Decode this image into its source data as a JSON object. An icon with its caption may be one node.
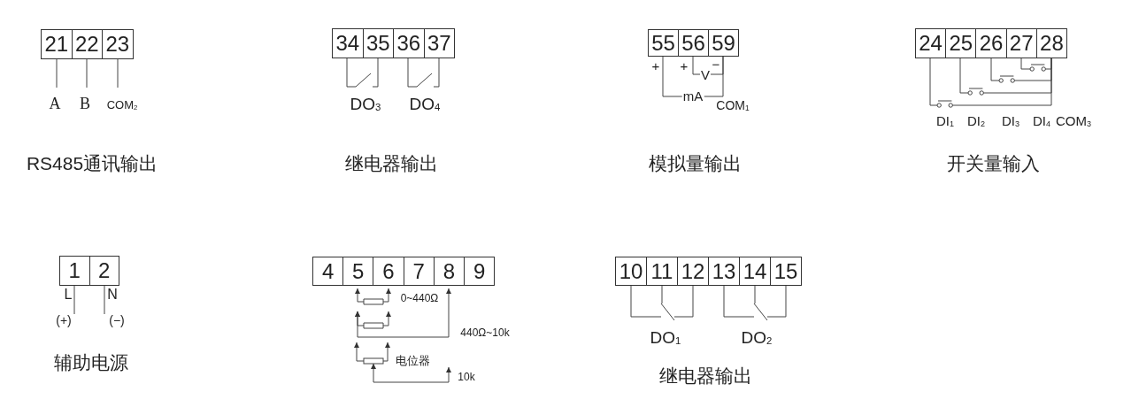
{
  "diagram": {
    "nodes": [
      {
        "text": [
          "21"
        ],
        "beside": [
          "A"
        ]
      },
      {
        "text": [
          "22"
        ],
        "beside": [
          "B"
        ]
      },
      {
        "text": [
          "23"
        ],
        "beside": [
          "COM$_{2}$"
        ]
      },
      {
        "text": [
          "34"
        ]
      },
      {
        "text": [
          "35"
        ]
      },
      {
        "text": [
          "36"
        ]
      },
      {
        "text": [
          "37"
        ]
      },
      {
        "text": [
          "55"
        ]
      },
      {
        "text": [
          "56"
        ]
      },
      {
        "text": [
          "59"
        ]
      },
      {
        "text": [
          "24"
        ]
      },
      {
        "text": [
          "25"
        ]
      },
      {
        "text": [
          "26"
        ]
      },
      {
        "text": [
          "27"
        ]
      },
      {
        "text": [
          "28"
        ]
      },
      {
        "text": [
          "1"
        ],
        "beside": [
          "L",
          "(+)"
        ]
      },
      {
        "text": [
          "2"
        ],
        "beside": [
          "N",
          "(−)"
        ]
      },
      {
        "text": [
          "4"
        ]
      },
      {
        "text": [
          "5"
        ]
      },
      {
        "text": [
          "6"
        ]
      },
      {
        "text": [
          "7"
        ]
      },
      {
        "text": [
          "8"
        ]
      },
      {
        "text": [
          "9"
        ]
      },
      {
        "text": [
          "10"
        ]
      },
      {
        "text": [
          "11"
        ]
      },
      {
        "text": [
          "12"
        ]
      },
      {
        "text": [
          "13"
        ]
      },
      {
        "text": [
          "14"
        ]
      },
      {
        "text": [
          "15"
        ]
      },
      {
        "text": [],
        "shape": "switch"
      },
      {
        "text": [],
        "shape": "switch"
      },
      {
        "text": [],
        "shape": "box",
        "beside": [
          "电位器"
        ]
      },
      {
        "text": [],
        "shape": "switch"
      },
      {
        "text": [],
        "shape": "switch"
      }
    ],
    "edges": [
      {
        "from": 3,
        "to": 29,
        "arrow": "none"
      },
      {
        "from": 29,
        "to": 4,
        "arrow": "none"
      },
      {
        "from": 5,
        "to": 30,
        "arrow": "none"
      },
      {
        "from": 30,
        "to": 6,
        "arrow": "none"
      },
      {
        "from": 7,
        "to": 9,
        "arrow": "none",
        "label": "mA"
      },
      {
        "from": 8,
        "to": 9,
        "arrow": "none",
        "label": "V"
      },
      {
        "from": 10,
        "to": 14,
        "arrow": "none"
      },
      {
        "from": 11,
        "to": 14,
        "arrow": "none"
      },
      {
        "from": 12,
        "to": 14,
        "arrow": "none"
      },
      {
        "from": 13,
        "to": 14,
        "arrow": "none"
      },
      {
        "from": 18,
        "to": 19,
        "arrow": "both"
      },
      {
        "from": 18,
        "to": 19,
        "arrow": "both"
      },
      {
        "from": 18,
        "to": 21,
        "arrow": "both"
      },
      {
        "from": 31,
        "to": null,
        "arrow": "to"
      },
      {
        "from": 31,
        "to": null,
        "arrow": "to"
      },
      {
        "from": 31,
        "to": null,
        "arrow": "both",
        "label": "10k"
      },
      {
        "from": 23,
        "to": 32,
        "arrow": "none"
      },
      {
        "from": 25,
        "to": 32,
        "arrow": "none"
      },
      {
        "from": 24,
        "to": 32,
        "arrow": "none"
      },
      {
        "from": 26,
        "to": 33,
        "arrow": "none"
      },
      {
        "from": 28,
        "to": 33,
        "arrow": "none"
      },
      {
        "from": 27,
        "to": 33,
        "arrow": "none"
      }
    ],
    "labels": [
      "+",
      "+",
      "−",
      "DO$_{3}$",
      "DO$_{4}$",
      "COM$_{1}$",
      "DI$_{1}$",
      "DI$_{2}$",
      "DI$_{3}$",
      "DI$_{4}$",
      "COM$_{3}$",
      "RS485通讯输出",
      "继电器输出",
      "模拟量输出",
      "开关量输入",
      "0~440Ω",
      "440Ω~10k",
      "DO$_{1}$",
      "DO$_{2}$",
      "辅助电源",
      "继电器输出"
    ]
  }
}
